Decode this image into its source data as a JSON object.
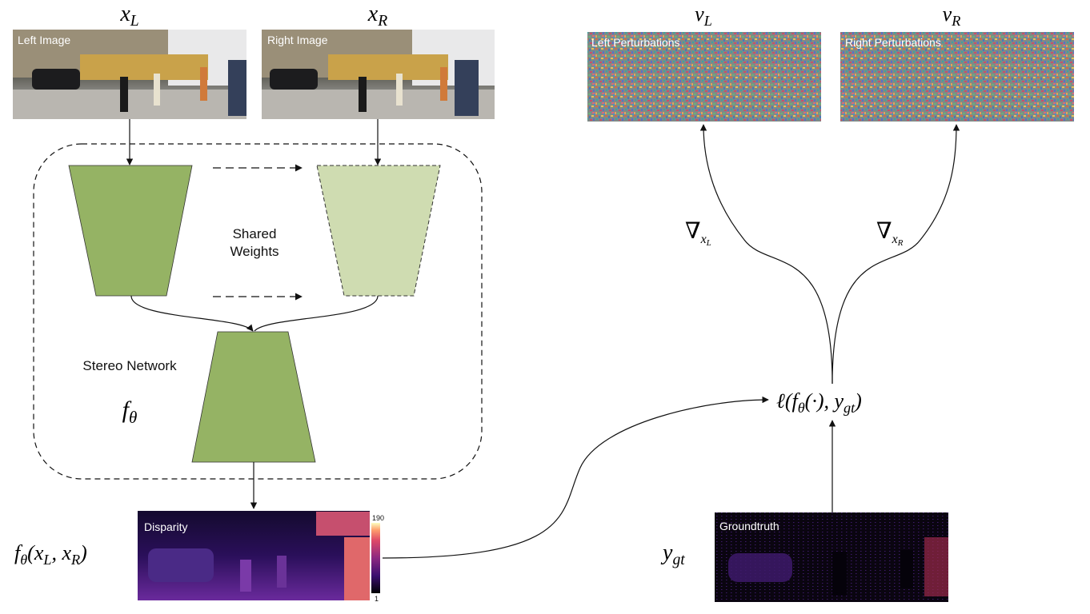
{
  "inputs": {
    "left_label": "Left Image",
    "right_label": "Right Image",
    "left_symbol": "x",
    "left_symbol_sub": "L",
    "right_symbol": "x",
    "right_symbol_sub": "R"
  },
  "perturbations": {
    "left_label": "Left Perturbations",
    "right_label": "Right Perturbations",
    "left_symbol": "v",
    "left_symbol_sub": "L",
    "right_symbol": "v",
    "right_symbol_sub": "R"
  },
  "network": {
    "shared_line1": "Shared",
    "shared_line2": "Weights",
    "name": "Stereo Network",
    "symbol": "f",
    "symbol_sub": "θ"
  },
  "disparity": {
    "label": "Disparity",
    "colorbar_max": "190",
    "colorbar_min": "1",
    "output_symbol": "f",
    "output_symbol_sub": "θ",
    "output_args": "(x",
    "output_args_sub1": "L",
    "output_args_mid": ", x",
    "output_args_sub2": "R",
    "output_args_end": ")"
  },
  "groundtruth": {
    "label": "Groundtruth",
    "symbol": "y",
    "symbol_sub": "gt"
  },
  "loss": {
    "prefix": "ℓ(f",
    "sub1": "θ",
    "mid": "(·), y",
    "sub2": "gt",
    "suffix": ")"
  },
  "gradients": {
    "left_symbol": "∇",
    "left_sub": "x",
    "left_subsub": "L",
    "right_symbol": "∇",
    "right_sub": "x",
    "right_subsub": "R"
  },
  "colors": {
    "encoder_left": "#95b364",
    "encoder_right": "#cfdcb1",
    "decoder": "#95b364",
    "disparity_bg": "#2a0c57",
    "groundtruth_bg": "#0a0510"
  }
}
